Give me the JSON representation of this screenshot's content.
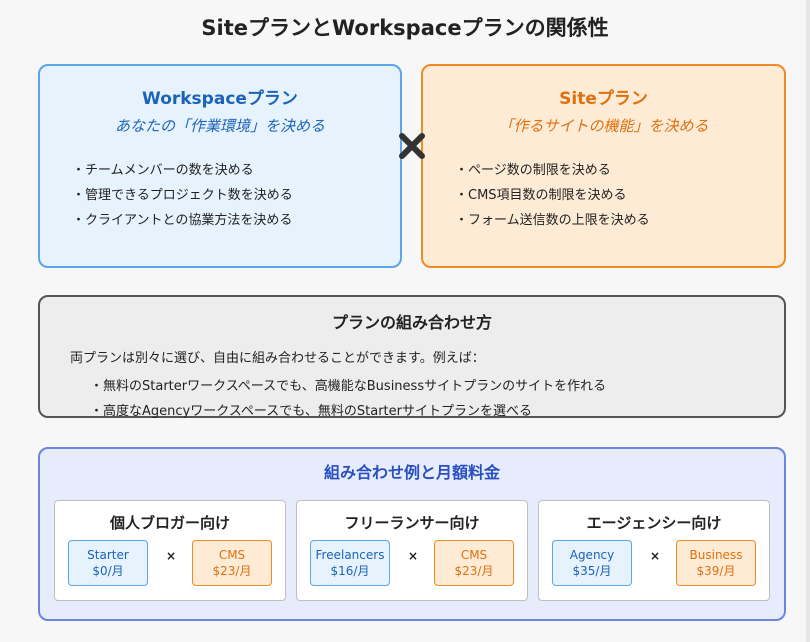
{
  "title": "SiteプランとWorkspaceプランの関係性",
  "workspace_plan": {
    "name": "Workspaceプラン",
    "subtitle": "あなたの「作業環境」を決める",
    "items": [
      "・チームメンバーの数を決める",
      "・管理できるプロジェクト数を決める",
      "・クライアントとの協業方法を決める"
    ]
  },
  "site_plan": {
    "name": "Siteプラン",
    "subtitle": "「作るサイトの機能」を決める",
    "items": [
      "・ページ数の制限を決める",
      "・CMS項目数の制限を決める",
      "・フォーム送信数の上限を決める"
    ]
  },
  "combination": {
    "title": "プランの組み合わせ方",
    "intro": "両プランは別々に選び、自由に組み合わせることができます。例えば：",
    "items": [
      "・無料のStarterワークスペースでも、高機能なBusinessサイトプランのサイトを作れる",
      "・高度なAgencyワークスペースでも、無料のStarterサイトプランを選べる"
    ]
  },
  "examples": {
    "title": "組み合わせ例と月額料金",
    "times": "×",
    "cards": [
      {
        "title": "個人ブロガー向け",
        "workspace": {
          "name": "Starter",
          "price": "$0/月"
        },
        "site": {
          "name": "CMS",
          "price": "$23/月"
        }
      },
      {
        "title": "フリーランサー向け",
        "workspace": {
          "name": "Freelancers",
          "price": "$16/月"
        },
        "site": {
          "name": "CMS",
          "price": "$23/月"
        }
      },
      {
        "title": "エージェンシー向け",
        "workspace": {
          "name": "Agency",
          "price": "$35/月"
        },
        "site": {
          "name": "Business",
          "price": "$39/月"
        }
      }
    ]
  },
  "colors": {
    "workspace": "#5aa6e8",
    "site": "#f08a24",
    "examples": "#6b86dc"
  }
}
